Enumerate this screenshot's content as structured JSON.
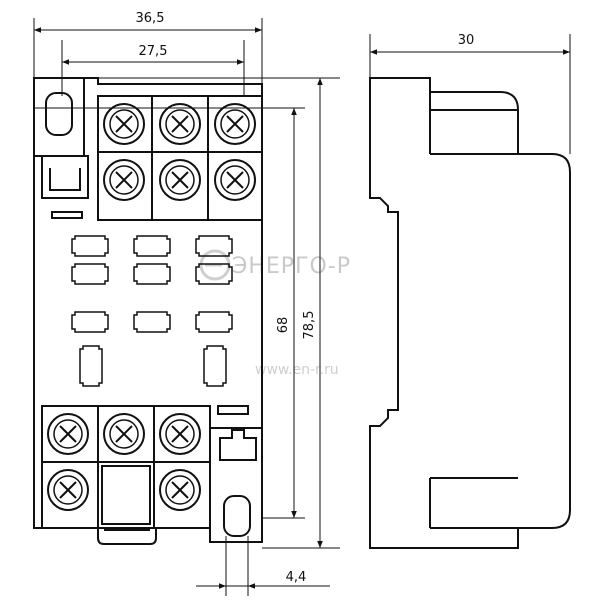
{
  "dimensions": {
    "overall_width": "36,5",
    "terminal_width": "27,5",
    "side_depth": "30",
    "inner_height": "68",
    "overall_height": "78,5",
    "rail_offset": "4,4"
  },
  "watermark": {
    "brand": "ЭНЕРГО-Р",
    "url": "www.en-r.ru"
  }
}
